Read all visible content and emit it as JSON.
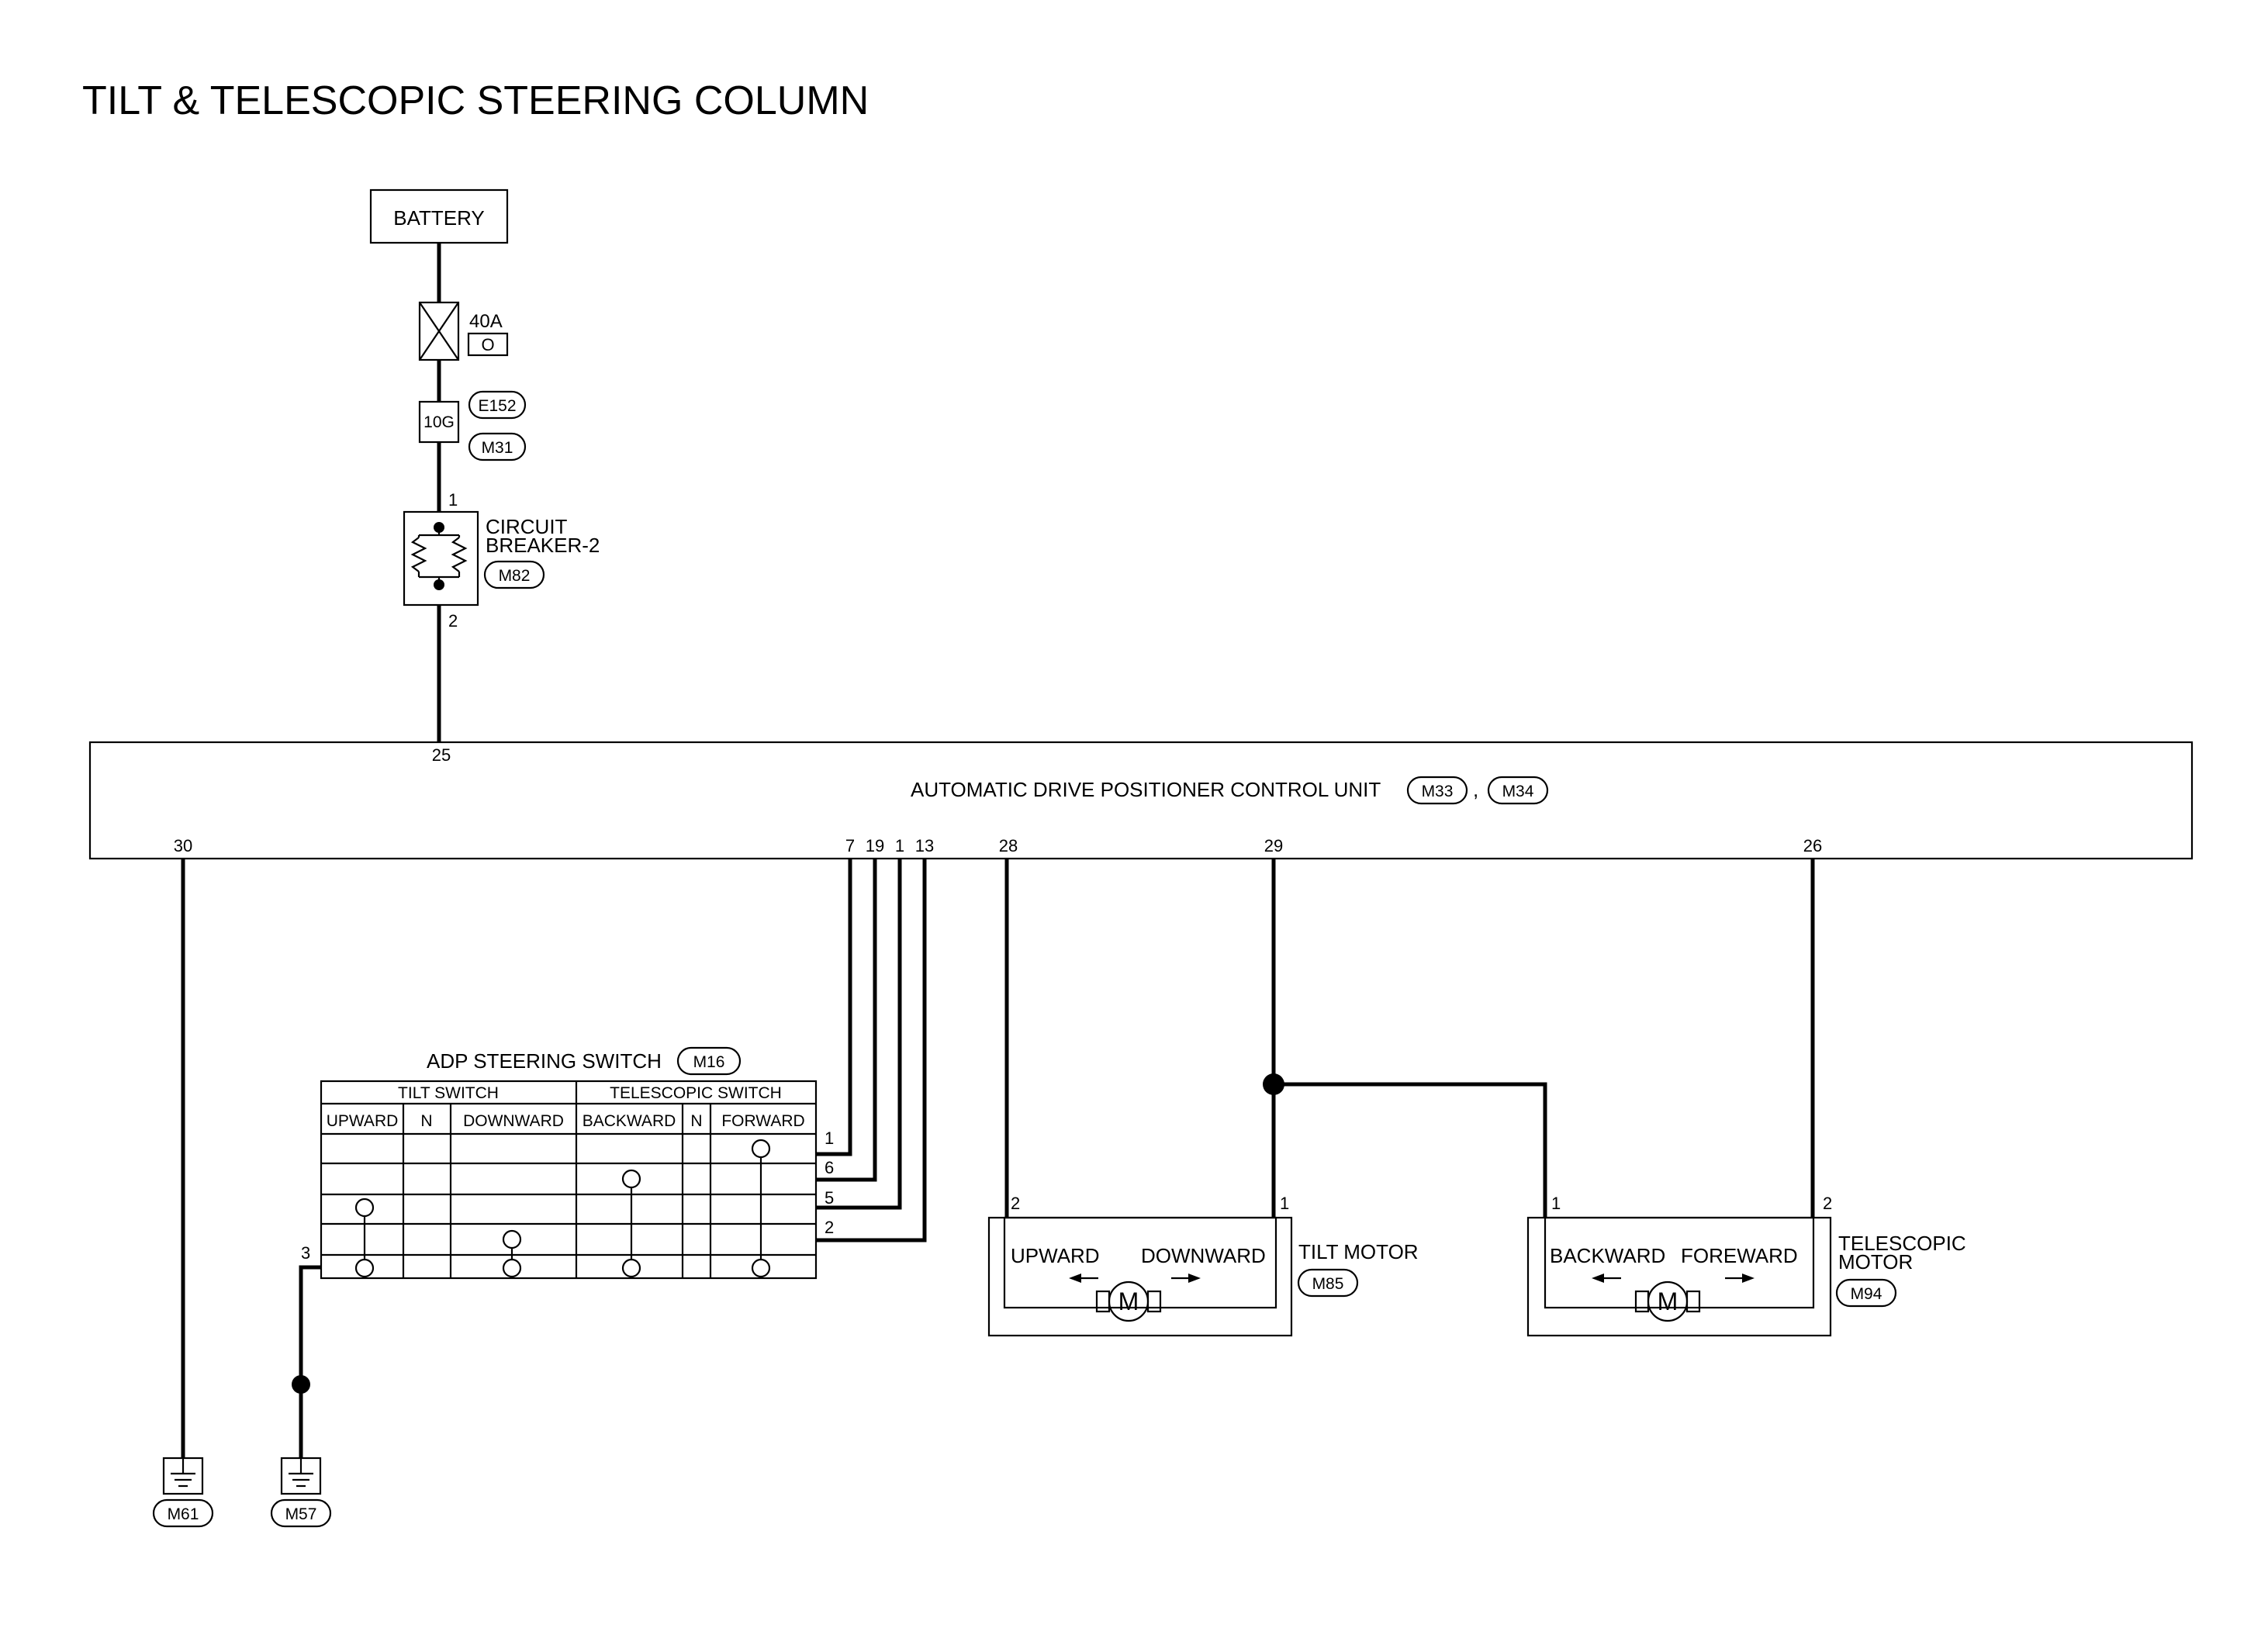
{
  "title": "TILT & TELESCOPIC STEERING COLUMN",
  "battery": {
    "label": "BATTERY"
  },
  "fuse": {
    "rating": "40A",
    "location": "O"
  },
  "fusible_link": {
    "label": "10G",
    "connectors": [
      "E152",
      "M31"
    ]
  },
  "circuit_breaker": {
    "label_line1": "CIRCUIT",
    "label_line2": "BREAKER-2",
    "connector": "M82",
    "pin_in": "1",
    "pin_out": "2"
  },
  "control_unit": {
    "label": "AUTOMATIC DRIVE POSITIONER CONTROL UNIT",
    "connectors": [
      "M33",
      "M34"
    ],
    "separator": ",",
    "pins": {
      "p25": "25",
      "p30": "30",
      "p7": "7",
      "p19": "19",
      "p1": "1",
      "p13": "13",
      "p28": "28",
      "p29": "29",
      "p26": "26"
    }
  },
  "adp_switch": {
    "label": "ADP STEERING SWITCH",
    "connector": "M16",
    "group_tilt": "TILT SWITCH",
    "group_tele": "TELESCOPIC SWITCH",
    "columns": [
      "UPWARD",
      "N",
      "DOWNWARD",
      "BACKWARD",
      "N",
      "FORWARD"
    ],
    "pins": {
      "p1": "1",
      "p6": "6",
      "p5": "5",
      "p2": "2",
      "p3": "3"
    }
  },
  "tilt_motor": {
    "label": "TILT MOTOR",
    "connector": "M85",
    "dir_left": "UPWARD",
    "dir_right": "DOWNWARD",
    "symbol": "M",
    "pin_left": "2",
    "pin_right": "1"
  },
  "telescopic_motor": {
    "label_line1": "TELESCOPIC",
    "label_line2": "MOTOR",
    "connector": "M94",
    "dir_left": "BACKWARD",
    "dir_right": "FOREWARD",
    "symbol": "M",
    "pin_left": "1",
    "pin_right": "2"
  },
  "grounds": [
    "M61",
    "M57"
  ]
}
